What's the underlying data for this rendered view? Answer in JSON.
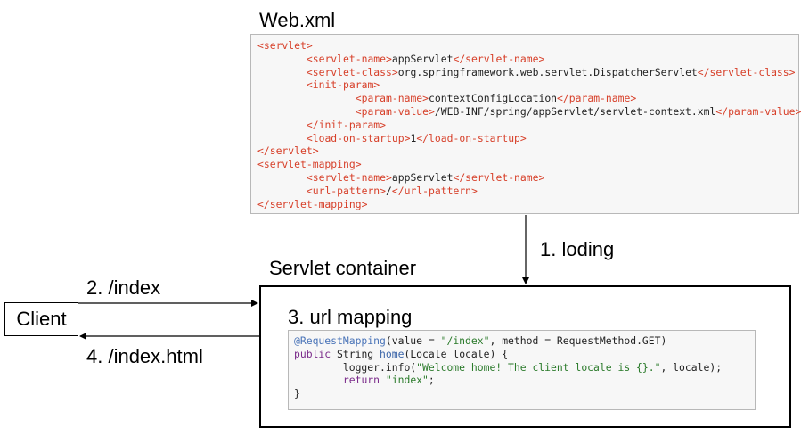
{
  "web_xml": {
    "title": "Web.xml",
    "lines": [
      [
        {
          "t": "tag",
          "v": "<servlet>"
        }
      ],
      [
        {
          "t": "pl",
          "v": "        "
        },
        {
          "t": "tag",
          "v": "<servlet-name>"
        },
        {
          "t": "pl",
          "v": "appServlet"
        },
        {
          "t": "tag",
          "v": "</servlet-name>"
        }
      ],
      [
        {
          "t": "pl",
          "v": "        "
        },
        {
          "t": "tag",
          "v": "<servlet-class>"
        },
        {
          "t": "pl",
          "v": "org.springframework.web.servlet.DispatcherServlet"
        },
        {
          "t": "tag",
          "v": "</servlet-class>"
        }
      ],
      [
        {
          "t": "pl",
          "v": "        "
        },
        {
          "t": "tag",
          "v": "<init-param>"
        }
      ],
      [
        {
          "t": "pl",
          "v": "                "
        },
        {
          "t": "tag",
          "v": "<param-name>"
        },
        {
          "t": "pl",
          "v": "contextConfigLocation"
        },
        {
          "t": "tag",
          "v": "</param-name>"
        }
      ],
      [
        {
          "t": "pl",
          "v": "                "
        },
        {
          "t": "tag",
          "v": "<param-value>"
        },
        {
          "t": "pl",
          "v": "/WEB-INF/spring/appServlet/servlet-context.xml"
        },
        {
          "t": "tag",
          "v": "</param-value>"
        }
      ],
      [
        {
          "t": "pl",
          "v": "        "
        },
        {
          "t": "tag",
          "v": "</init-param>"
        }
      ],
      [
        {
          "t": "pl",
          "v": "        "
        },
        {
          "t": "tag",
          "v": "<load-on-startup>"
        },
        {
          "t": "pl",
          "v": "1"
        },
        {
          "t": "tag",
          "v": "</load-on-startup>"
        }
      ],
      [
        {
          "t": "tag",
          "v": "</servlet>"
        }
      ],
      [
        {
          "t": "tag",
          "v": "<servlet-mapping>"
        }
      ],
      [
        {
          "t": "pl",
          "v": "        "
        },
        {
          "t": "tag",
          "v": "<servlet-name>"
        },
        {
          "t": "pl",
          "v": "appServlet"
        },
        {
          "t": "tag",
          "v": "</servlet-name>"
        }
      ],
      [
        {
          "t": "pl",
          "v": "        "
        },
        {
          "t": "tag",
          "v": "<url-pattern>"
        },
        {
          "t": "pl",
          "v": "/"
        },
        {
          "t": "tag",
          "v": "</url-pattern>"
        }
      ],
      [
        {
          "t": "tag",
          "v": "</servlet-mapping>"
        }
      ]
    ]
  },
  "loading_label": "1. loding",
  "container": {
    "title": "Servlet container",
    "mapping_label": "3. url mapping",
    "code_lines": [
      [
        {
          "t": "ann",
          "v": "@RequestMapping"
        },
        {
          "t": "pl",
          "v": "(value = "
        },
        {
          "t": "str",
          "v": "\"/index\""
        },
        {
          "t": "pl",
          "v": ", method = RequestMethod.GET)"
        }
      ],
      [
        {
          "t": "kw",
          "v": "public"
        },
        {
          "t": "pl",
          "v": " String "
        },
        {
          "t": "fn",
          "v": "home"
        },
        {
          "t": "pl",
          "v": "(Locale locale) {"
        }
      ],
      [
        {
          "t": "pl",
          "v": "        logger.info("
        },
        {
          "t": "str",
          "v": "\"Welcome home! The client locale is {}.\""
        },
        {
          "t": "pl",
          "v": ", locale);"
        }
      ],
      [
        {
          "t": "pl",
          "v": "        "
        },
        {
          "t": "kw",
          "v": "return"
        },
        {
          "t": "pl",
          "v": " "
        },
        {
          "t": "str",
          "v": "\"index\""
        },
        {
          "t": "pl",
          "v": ";"
        }
      ],
      [
        {
          "t": "pl",
          "v": "}"
        }
      ]
    ]
  },
  "client": {
    "label": "Client"
  },
  "request_label": "2. /index",
  "response_label": "4. /index.html"
}
